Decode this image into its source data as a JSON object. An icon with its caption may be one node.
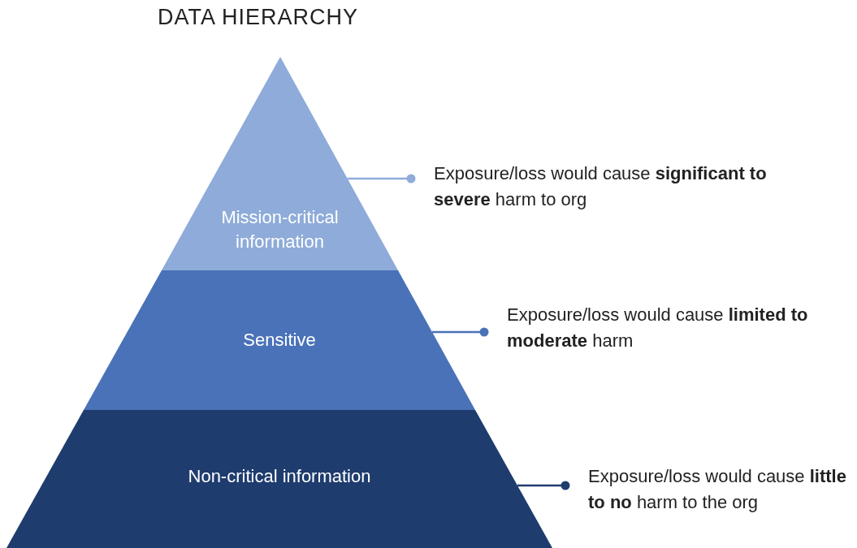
{
  "diagram": {
    "title": "DATA HIERARCHY",
    "nodes": [
      {
        "text": [
          "Mission-critical information"
        ]
      },
      {
        "text": [
          "Sensitive"
        ]
      },
      {
        "text": [
          "Non-critical information"
        ]
      },
      {
        "text": [
          "Exposure/loss would cause **significant to severe** harm to org"
        ]
      },
      {
        "text": [
          "Exposure/loss would cause **limited to moderate** harm"
        ]
      },
      {
        "text": [
          "Exposure/loss would cause **little to no** harm to the org"
        ]
      }
    ],
    "edges": [
      {
        "from": 0,
        "to": 3,
        "arrow": "other",
        "color": "#8eabd9"
      },
      {
        "from": 1,
        "to": 4,
        "arrow": "other",
        "color": "#4a72b8"
      },
      {
        "from": 2,
        "to": 5,
        "arrow": "other",
        "color": "#1e3c6e"
      }
    ]
  }
}
